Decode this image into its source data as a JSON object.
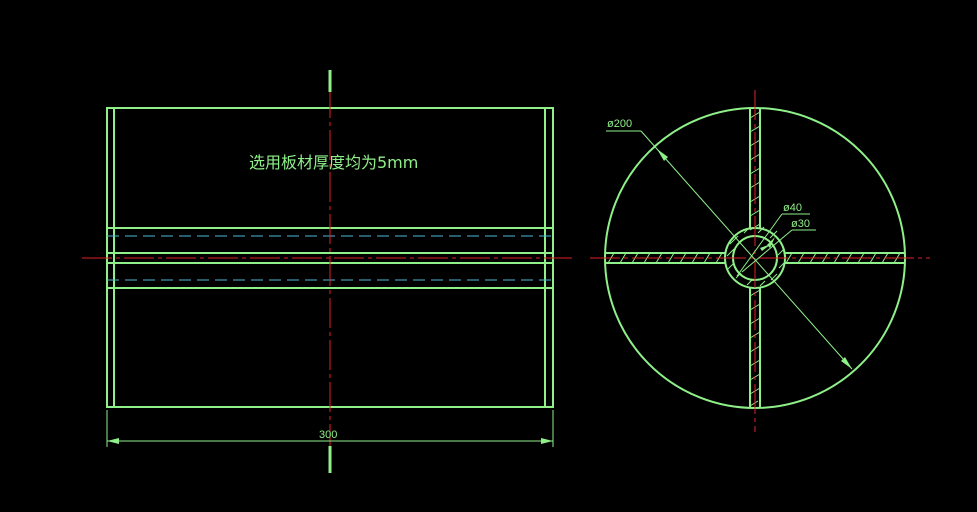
{
  "note": "选用板材厚度均为5mm",
  "dimensions": {
    "length": "300",
    "outer_diameter": "ø200",
    "tube_outer_diameter": "ø40",
    "tube_inner_diameter": "ø30"
  },
  "colors": {
    "background": "#000000",
    "outline": "#8ff08a",
    "centerline": "#e0202a",
    "hidden_line": "#4fb8d8",
    "dimension": "#8ff08a"
  }
}
